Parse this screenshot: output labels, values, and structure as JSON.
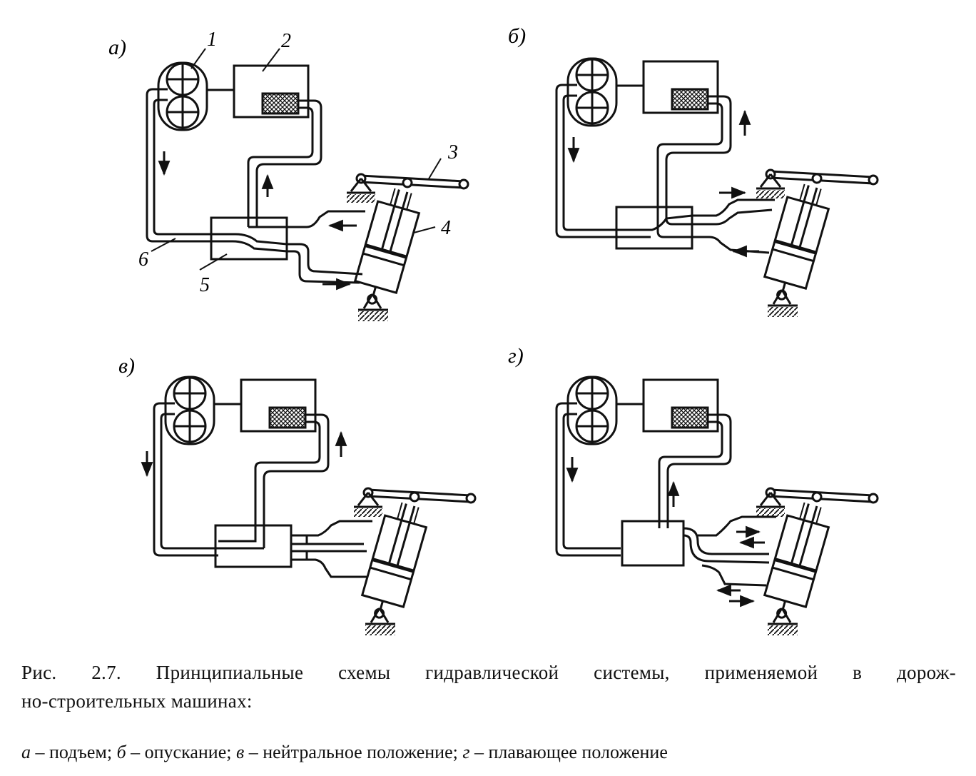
{
  "panels": [
    {
      "id": "a",
      "label": "а)"
    },
    {
      "id": "b",
      "label": "б)"
    },
    {
      "id": "v",
      "label": "в)"
    },
    {
      "id": "g",
      "label": "г)"
    }
  ],
  "part_numbers": [
    "1",
    "2",
    "3",
    "4",
    "5",
    "6"
  ],
  "caption": {
    "line1": "Рис. 2.7.  Принципиальные схемы гидравлической системы, применяемой в дорож-",
    "line2": "но-строительных машинах:"
  },
  "legend": {
    "a_key": "а",
    "a_text": " – подъем; ",
    "b_key": "б",
    "b_text": " – опускание; ",
    "v_key": "в",
    "v_text": " – нейтральное положение; ",
    "g_key": "г",
    "g_text": " – плавающее положение"
  }
}
